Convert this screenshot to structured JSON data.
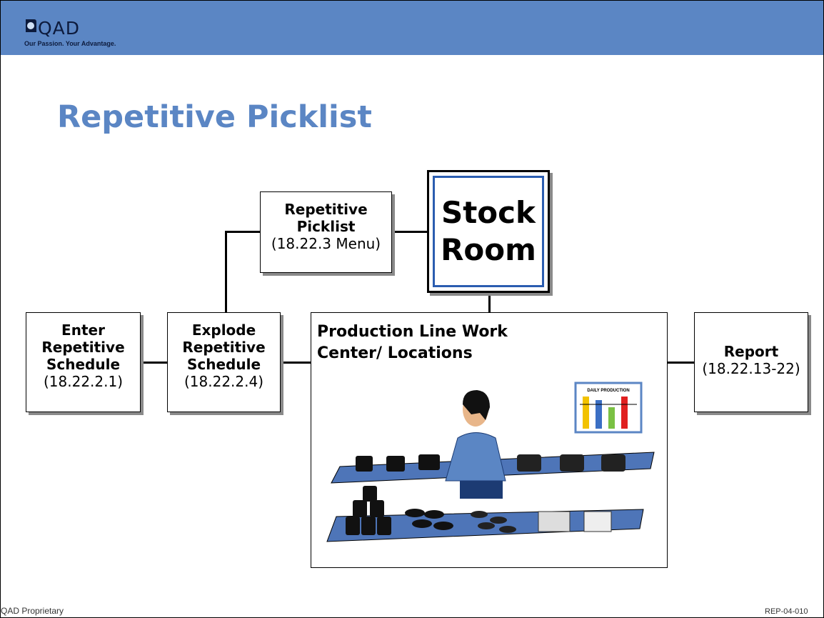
{
  "header": {
    "logo_text": "QAD",
    "tagline": "Our Passion. Your Advantage."
  },
  "title": "Repetitive Picklist",
  "boxes": {
    "picklist": {
      "line1": "Repetitive",
      "line2": "Picklist",
      "note": "(18.22.3 Menu)"
    },
    "stock_room": {
      "line1": "Stock",
      "line2": "Room"
    },
    "enter": {
      "line1": "Enter",
      "line2": "Repetitive",
      "line3": "Schedule",
      "note": "(18.22.2.1)"
    },
    "explode": {
      "line1": "Explode",
      "line2": "Repetitive",
      "line3": "Schedule",
      "note": "(18.22.2.4)"
    },
    "production": {
      "line1": "Production Line Work",
      "line2": "Center/ Locations",
      "chart_label": "DAILY PRODUCTION"
    },
    "report": {
      "line1": "Report",
      "note": "(18.22.13-22)"
    }
  },
  "colors": {
    "header_bg": "#5b86c4",
    "title": "#5b86c4",
    "accent_border": "#2b5db0",
    "shelf": "#4e75b8"
  },
  "footer": {
    "left": "QAD Proprietary",
    "right": "REP-04-010"
  }
}
